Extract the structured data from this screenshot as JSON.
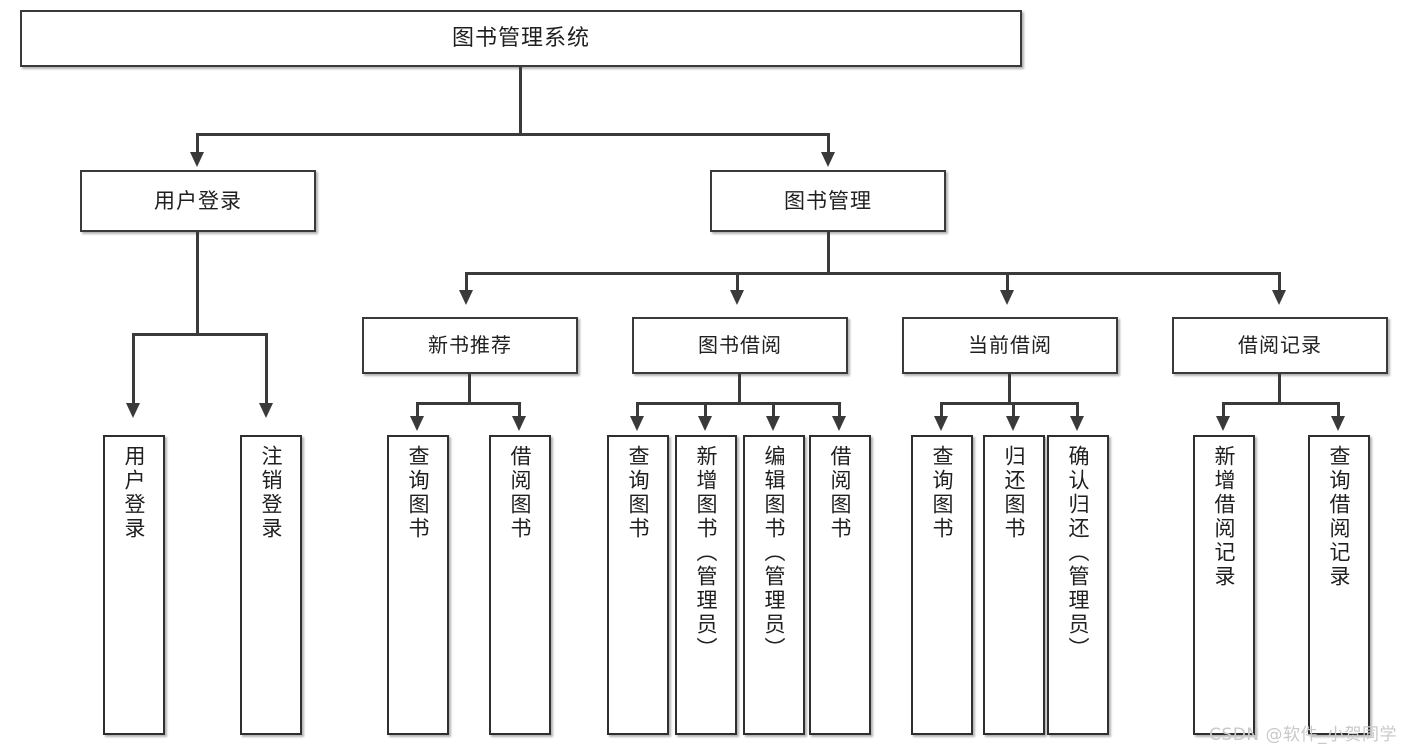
{
  "diagram": {
    "title": "图书管理系统",
    "type": "功能结构图",
    "watermark": "CSDN @软件_小贺同学",
    "colors": {
      "box_border": "#3a3a3a",
      "box_fill": "#ffffff",
      "text": "#1f1f1f",
      "connector": "#3a3a3a",
      "watermark": "#c9c9c9",
      "background": "#ffffff"
    }
  },
  "nodes": {
    "root": {
      "label": "图书管理系统"
    },
    "level2": [
      {
        "label": "用户登录"
      },
      {
        "label": "图书管理"
      }
    ],
    "level3": [
      {
        "label": "新书推荐"
      },
      {
        "label": "图书借阅"
      },
      {
        "label": "当前借阅"
      },
      {
        "label": "借阅记录"
      }
    ],
    "leaves": {
      "user_login": [
        {
          "label": "用户登录"
        },
        {
          "label": "注销登录"
        }
      ],
      "new_book_recommend": [
        {
          "label": "查询图书"
        },
        {
          "label": "借阅图书"
        }
      ],
      "book_borrow": [
        {
          "label": "查询图书"
        },
        {
          "label": "新增图书（管理员）"
        },
        {
          "label": "编辑图书（管理员）"
        },
        {
          "label": "借阅图书"
        }
      ],
      "current_borrow": [
        {
          "label": "查询图书"
        },
        {
          "label": "归还图书"
        },
        {
          "label": "确认归还（管理员）"
        }
      ],
      "borrow_record": [
        {
          "label": "新增借阅记录"
        },
        {
          "label": "查询借阅记录"
        }
      ]
    }
  }
}
